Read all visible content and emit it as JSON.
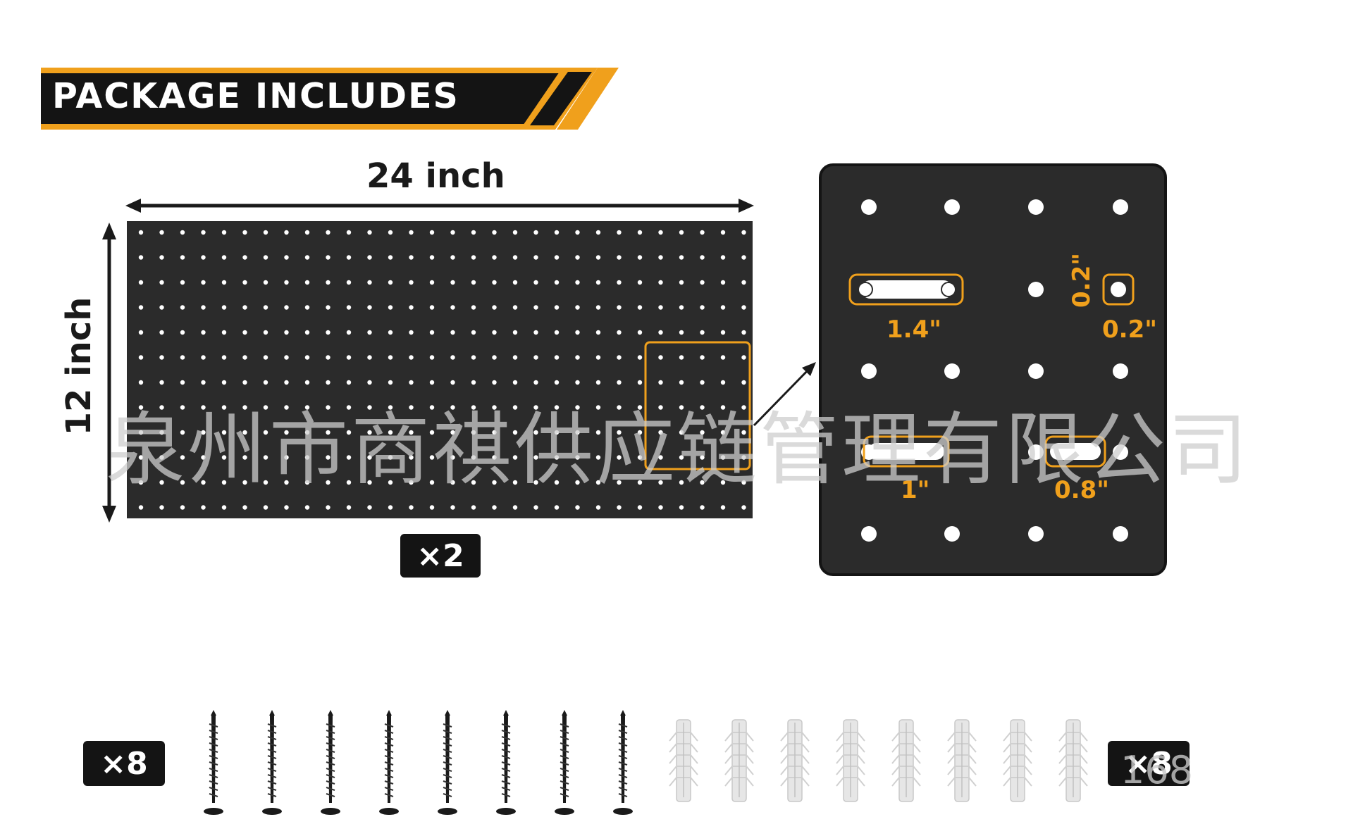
{
  "header": {
    "title": "PACKAGE INCLUDES"
  },
  "pegboard": {
    "width_label": "24 inch",
    "height_label": "12 inch",
    "quantity": "×2"
  },
  "detail": {
    "slot_long_label": "1.4\"",
    "square_hole_label": "0.2\"",
    "square_hole_height_label": "0.2\"",
    "slot_medium_label": "1\"",
    "slot_short_label": "0.8\""
  },
  "hardware": {
    "screws_quantity": "×8",
    "anchors_quantity": "×8",
    "screw_count": 8,
    "anchor_count": 8
  },
  "watermark": "泉州市商祺供应链管理有限公司",
  "watermark_small": "168",
  "colors": {
    "accent": "#f0a01c",
    "board": "#2b2b2b",
    "banner": "#141414"
  }
}
